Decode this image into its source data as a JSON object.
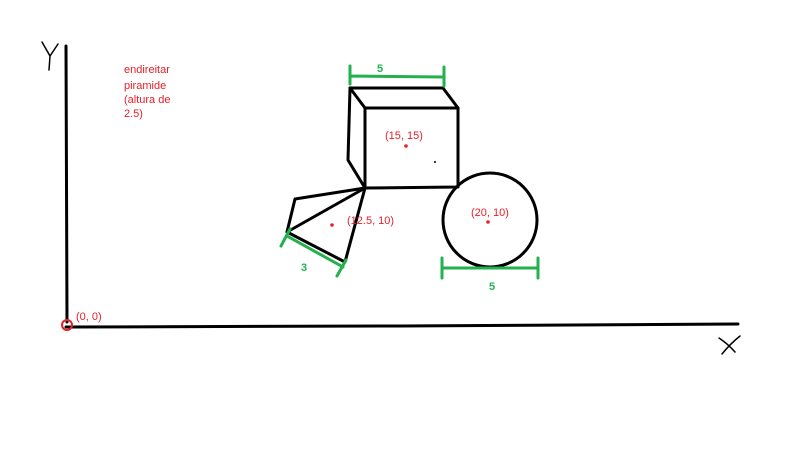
{
  "note": {
    "lines": [
      "endireitar",
      "piramide",
      "(altura de",
      "2.5)"
    ]
  },
  "origin_label": "(0, 0)",
  "cube": {
    "center_label": "(15, 15)",
    "width_label": "5"
  },
  "pyramid": {
    "center_label": "(12.5, 10)",
    "base_label": "3"
  },
  "circle": {
    "center_label": "(20, 10)",
    "diameter_label": "5"
  },
  "colors": {
    "ink": "#000000",
    "label": "#e8202a",
    "dimension": "#22b14c"
  }
}
